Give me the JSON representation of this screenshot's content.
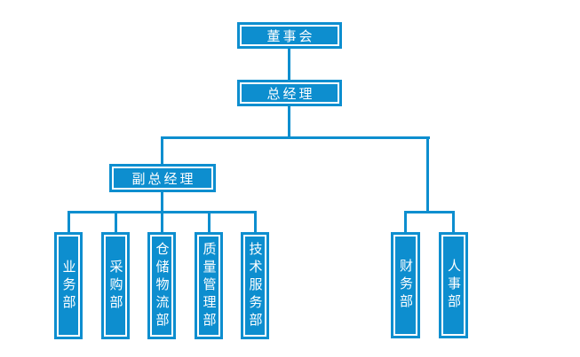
{
  "colors": {
    "accent": "#0d8ecf",
    "node_text": "#ffffff",
    "background": "#ffffff"
  },
  "org_chart": {
    "board": "董事会",
    "general_manager": "总经理",
    "deputy_general_manager": "副总经理",
    "deputy_departments": [
      "业务部",
      "采购部",
      "仓储物流部",
      "质量管理部",
      "技术服务部"
    ],
    "direct_departments": [
      "财务部",
      "人事部"
    ]
  }
}
